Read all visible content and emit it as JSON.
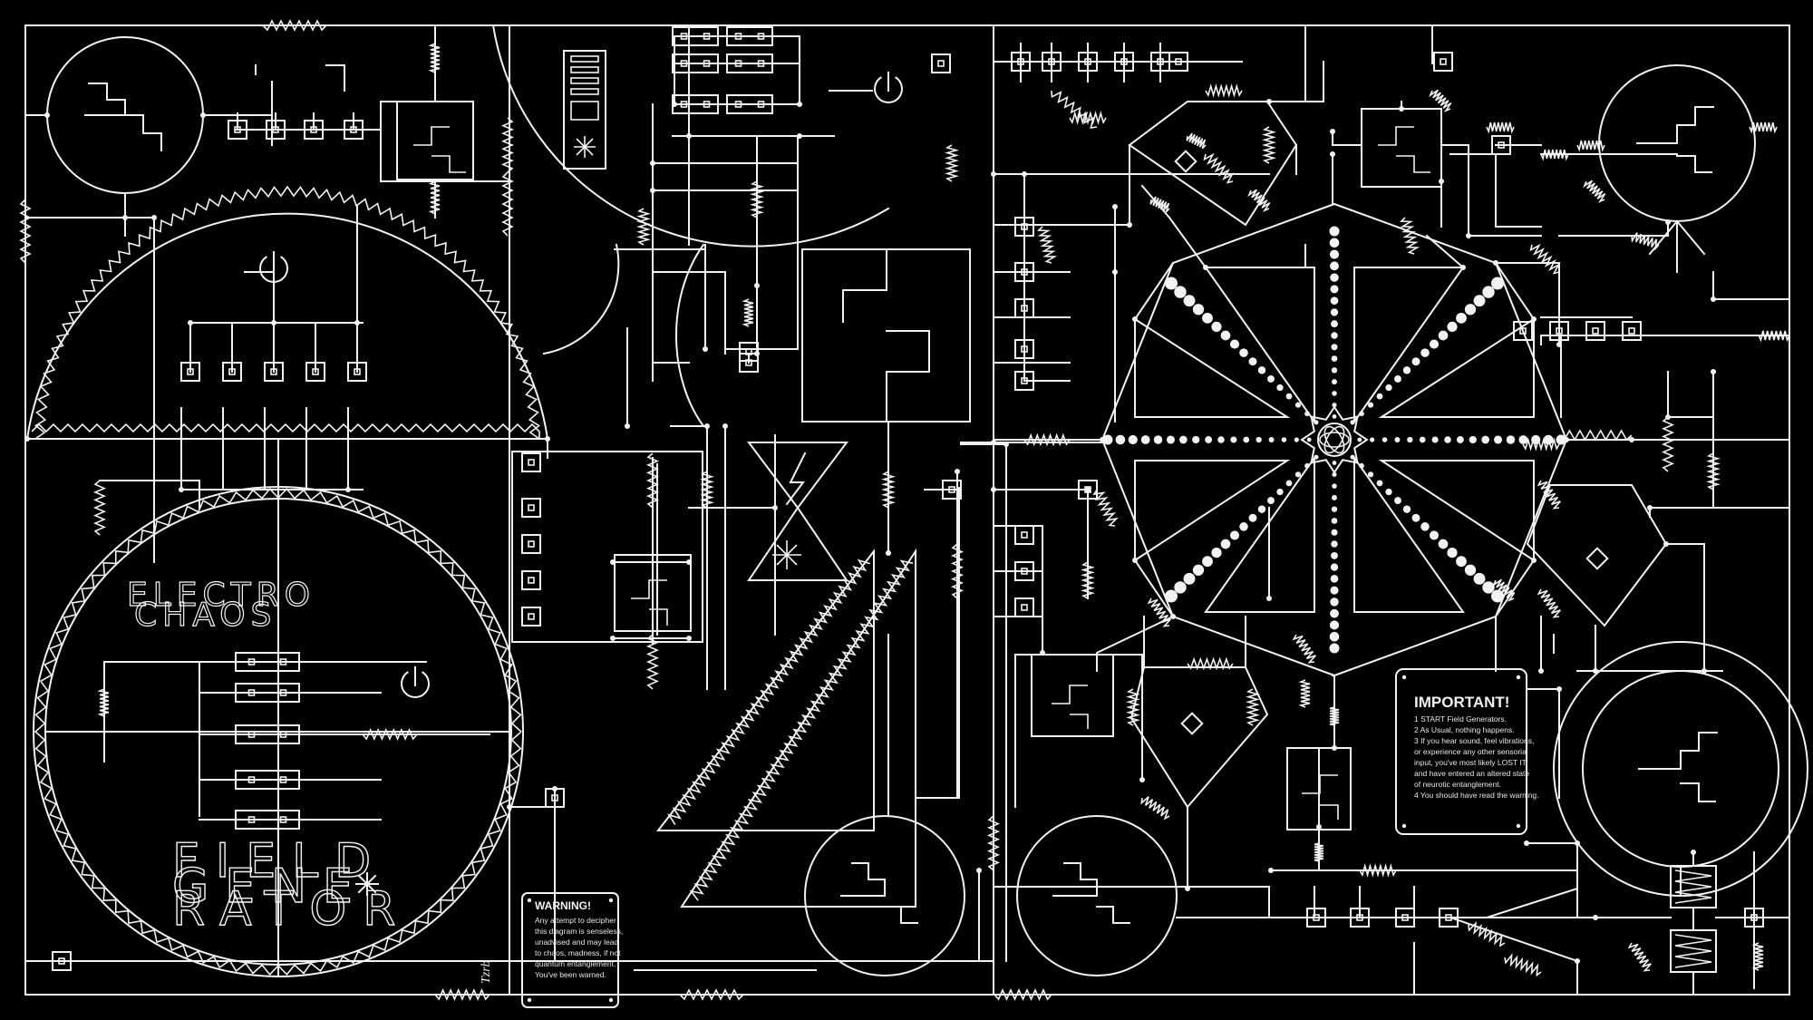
{
  "title": {
    "line1": "ELECTRO",
    "line2": "CHAOS"
  },
  "subtitle": {
    "line1": "FIELD",
    "line2": "GENE",
    "line3": "RATOR"
  },
  "warning": {
    "heading": "WARNING!",
    "lines": [
      "Any attempt to decipher",
      "this diagram is senseless,",
      "unadvised and may lead",
      "to chaos, madness, if not",
      "quantum entanglement.",
      "You've been warned."
    ]
  },
  "important": {
    "heading": "IMPORTANT!",
    "items": [
      "1  START Field Generators.",
      "2  As Usual, nothing happens.",
      "3  If you hear sound, feel vibrations,",
      "    or experience any other sensorial",
      "    input, you've most likely LOST IT",
      "    and have entered an altered state",
      "    of neurotic entanglement.",
      "4  You should have read the warning."
    ]
  },
  "signature": "Tzrb",
  "colors": {
    "background": "#000000",
    "line": "#f2f2f2"
  },
  "icons": [
    "power-icon",
    "snowflake-icon",
    "lightning-icon",
    "celtic-knot-icon",
    "asterisk-icon"
  ]
}
